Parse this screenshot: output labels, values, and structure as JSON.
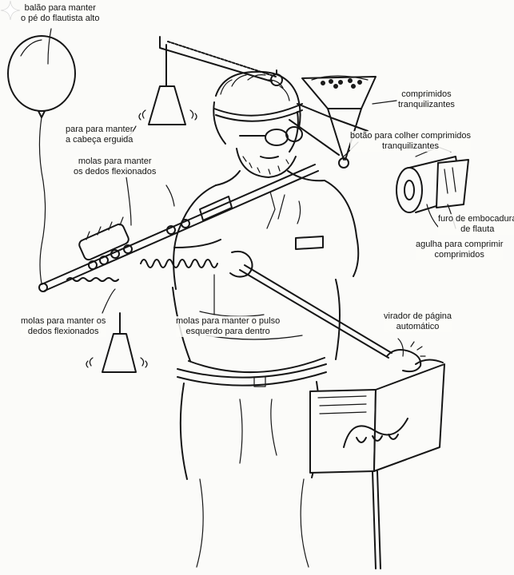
{
  "labels": {
    "balloon": [
      "balão para manter",
      "o pé do flautista alto"
    ],
    "head_stand": [
      "para para manter",
      "a cabeça erguida"
    ],
    "springs_right_fingers": [
      "molas para manter",
      "os dedos flexionados"
    ],
    "springs_left_fingers": [
      "molas para manter os",
      "dedos flexionados"
    ],
    "wrist_springs": [
      "molas para manter o pulso",
      "esquerdo para dentro"
    ],
    "pills": [
      "comprimidos",
      "tranquilizantes"
    ],
    "pill_button": [
      "botão para colher comprimidos",
      "tranquilizantes"
    ],
    "embouchure_hole": [
      "furo de embocadura",
      "de flauta"
    ],
    "pill_needle": [
      "agulha para comprimir",
      "comprimidos"
    ],
    "page_turner": [
      "virador de página",
      "automático"
    ]
  }
}
